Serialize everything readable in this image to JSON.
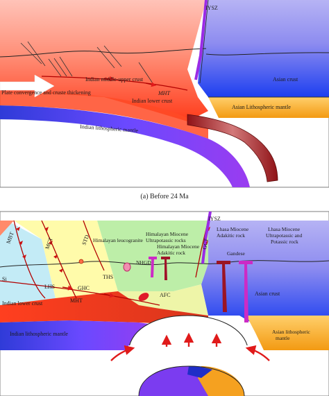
{
  "caption": "(a) Before 24 Ma",
  "panel_a": {
    "iysz": "IYSZ",
    "indian_middle_upper_crust": "Indian middle-upper crust",
    "plate_convergence": "Plate convergence and cruste thickening",
    "mht": "MHT",
    "indian_lower_crust": "Indian lower crust",
    "indian_lithospheric_mantle": "Indian lithospheric mantle",
    "asian_crust": "Asian crust",
    "asian_lithospheric_mantle": "Asian Lithospheric mantle"
  },
  "panel_b": {
    "iysz": "IYSZ",
    "mbt": "MBT",
    "mct": "MCT",
    "std": "STD",
    "gct": "GCT",
    "himalayan_leucogranite": "Himalayan leucogranite",
    "himalayan_miocene_ultrapotassic": [
      "Himalayan Miocene",
      "Ultrapotassic rocks"
    ],
    "himalayan_miocene_adakitic": [
      "Himalayan Miocene",
      "Adakitic rock"
    ],
    "lhasa_miocene_adakitic": [
      "Lhasa Miocene",
      "Adakitic rock"
    ],
    "lhasa_miocene_ultrapotassic": [
      "Lhasa Miocene",
      "Ultrapotassic and",
      "Potassic rock"
    ],
    "gandese": "Gandese",
    "nhgd": "NHGD",
    "ths": "THS",
    "lhs": "LHS",
    "ghc": "GHC",
    "afc": "AFC",
    "si": "Si",
    "mht": "MHT",
    "indian_lower_crust": "Indian lower crust",
    "indian_lithospheric_mantle": "Indian lithospheric mantle",
    "asian_crust": "Asian crust",
    "asian_lithospheric_mantle": [
      "Asian lithospheric",
      "mantle"
    ]
  },
  "colors": {
    "indian_crust_top": "#ffb2a6",
    "indian_crust_mid": "#ff5a33",
    "asian_crust_top": "#a3a0ef",
    "asian_crust_deep": "#2646ee",
    "asian_mantle": "#f7a623",
    "indian_mantle": "#7b4cff",
    "slab_red": "#b41f22",
    "lhs": "#bfe9f5",
    "ghc": "#fffaa6",
    "ths": "#b9f0a4",
    "arrow_red": "#e01a1a"
  }
}
